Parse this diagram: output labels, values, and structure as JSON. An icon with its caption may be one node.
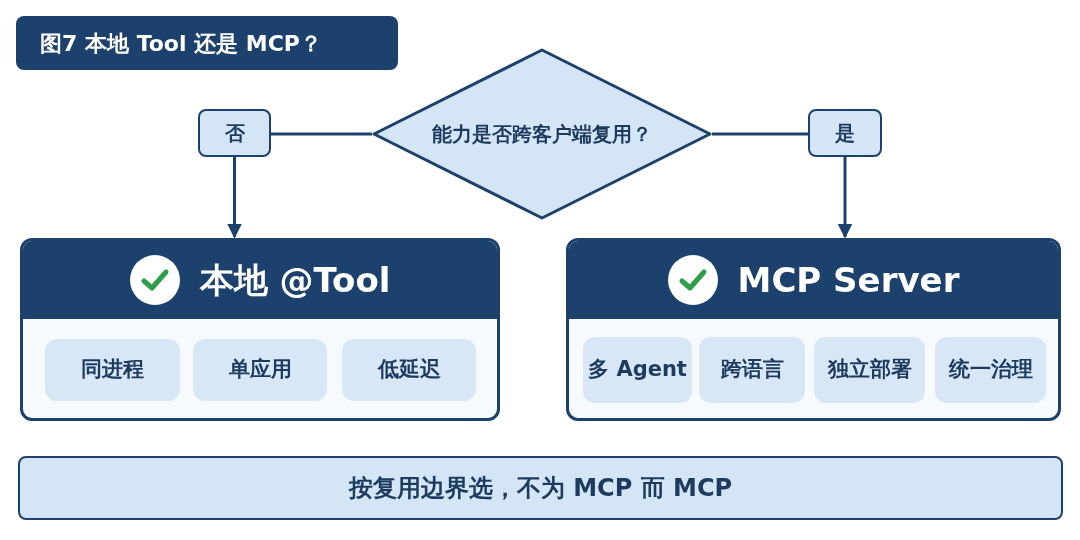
{
  "diagram": {
    "title": "图7 本地 Tool 还是 MCP？",
    "nodes": [
      {
        "text": [
          "能力是否跨客户端复用？"
        ]
      },
      {
        "text": [
          "否"
        ]
      },
      {
        "text": [
          "是"
        ]
      },
      {
        "text": [
          "本地 @Tool"
        ]
      },
      {
        "text": [
          "同进程"
        ],
        "in": 3
      },
      {
        "text": [
          "单应用"
        ],
        "in": 3
      },
      {
        "text": [
          "低延迟"
        ],
        "in": 3
      },
      {
        "text": [
          "MCP Server"
        ]
      },
      {
        "text": [
          "多 Agent"
        ],
        "in": 7
      },
      {
        "text": [
          "跨语言"
        ],
        "in": 7
      },
      {
        "text": [
          "独立部署"
        ],
        "in": 7
      },
      {
        "text": [
          "统一治理"
        ],
        "in": 7
      },
      {
        "text": [
          "按复用边界选，不为 MCP 而 MCP"
        ]
      }
    ],
    "edges": [
      {
        "from": 0,
        "to": 1,
        "arrow": "none"
      },
      {
        "from": 1,
        "to": 3,
        "arrow": "to"
      },
      {
        "from": 0,
        "to": 2,
        "arrow": "none"
      },
      {
        "from": 2,
        "to": 7,
        "arrow": "to"
      }
    ]
  }
}
